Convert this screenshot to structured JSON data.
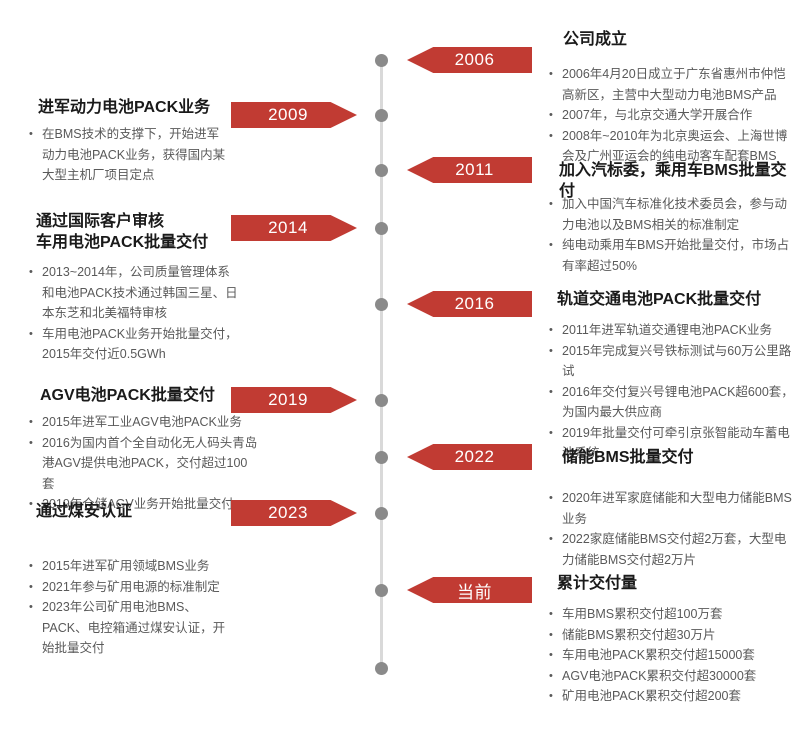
{
  "colors": {
    "accent_red": "#c13b33",
    "timeline_line": "#d9d9d9",
    "timeline_dot": "#8a8a8a",
    "title_text": "#1a1a1a",
    "body_text": "#595959",
    "background": "#ffffff"
  },
  "timeline": {
    "milestones": [
      {
        "year": "2006",
        "side": "right",
        "title": "公司成立",
        "bullets": [
          "2006年4月20日成立于广东省惠州市仲恺高新区，主营中大型动力电池BMS产品",
          "2007年，与北京交通大学开展合作",
          "2008年~2010年为北京奥运会、上海世博会及广州亚运会的纯电动客车配套BMS"
        ]
      },
      {
        "year": "2009",
        "side": "left",
        "title": "进军动力电池PACK业务",
        "bullets": [
          "在BMS技术的支撑下，开始进军动力电池PACK业务，获得国内某大型主机厂项目定点"
        ]
      },
      {
        "year": "2011",
        "side": "right",
        "title": "加入汽标委，乘用车BMS批量交付",
        "bullets": [
          "加入中国汽车标准化技术委员会，参与动力电池以及BMS相关的标准制定",
          "纯电动乘用车BMS开始批量交付，市场占有率超过50%"
        ]
      },
      {
        "year": "2014",
        "side": "left",
        "title": "通过国际客户审核\n车用电池PACK批量交付",
        "bullets": [
          "2013~2014年，公司质量管理体系和电池PACK技术通过韩国三星、日本东芝和北美福特审核",
          "车用电池PACK业务开始批量交付，2015年交付近0.5GWh"
        ]
      },
      {
        "year": "2016",
        "side": "right",
        "title": "轨道交通电池PACK批量交付",
        "bullets": [
          "2011年进军轨道交通锂电池PACK业务",
          "2015年完成复兴号铁标测试与60万公里路试",
          "2016年交付复兴号锂电池PACK超600套，为国内最大供应商",
          "2019年批量交付可牵引京张智能动车蓄电池系统"
        ]
      },
      {
        "year": "2019",
        "side": "left",
        "title": "AGV电池PACK批量交付",
        "bullets": [
          "2015年进军工业AGV电池PACK业务",
          "2016为国内首个全自动化无人码头青岛港AGV提供电池PACK，交付超过100套",
          "2019年仓储AGV业务开始批量交付"
        ]
      },
      {
        "year": "2022",
        "side": "right",
        "title": "储能BMS批量交付",
        "bullets": [
          "2020年进军家庭储能和大型电力储能BMS业务",
          "2022家庭储能BMS交付超2万套，大型电力储能BMS交付超2万片"
        ]
      },
      {
        "year": "2023",
        "side": "left",
        "title": "通过煤安认证",
        "bullets": [
          "2015年进军矿用领域BMS业务",
          "2021年参与矿用电源的标准制定",
          "2023年公司矿用电池BMS、PACK、电控箱通过煤安认证，开始批量交付"
        ]
      },
      {
        "year": "当前",
        "side": "right",
        "title": "累计交付量",
        "bullets": [
          "车用BMS累积交付超100万套",
          "储能BMS累积交付超30万片",
          "车用电池PACK累积交付超15000套",
          "AGV电池PACK累积交付超30000套",
          "矿用电池PACK累积交付超200套"
        ]
      }
    ]
  }
}
